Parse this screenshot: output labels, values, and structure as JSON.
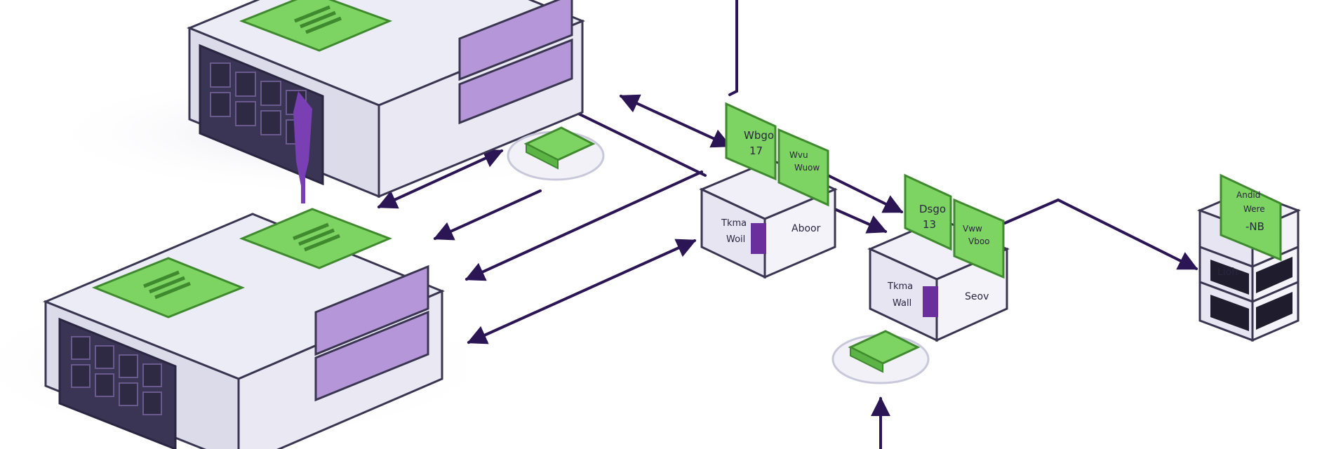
{
  "colors": {
    "green": "#7ed462",
    "green_dark": "#3f8a2e",
    "lavender": "#ececf6",
    "lavender_side": "#d6d5e8",
    "purple": "#b596d8",
    "purple_line": "#2b1554",
    "outline": "#3a3550",
    "dark_face": "#3a3455"
  },
  "nodes": {
    "hub_a": {
      "panel_1": [
        "Wbgo",
        "17"
      ],
      "panel_2": [
        "Wvu",
        "Wuow"
      ],
      "front_left": [
        "Tkma",
        "Woil"
      ],
      "front_right": "Aboor"
    },
    "hub_b": {
      "panel_1": [
        "Dsgo",
        "13"
      ],
      "panel_2": [
        "Vww",
        "Vboo"
      ],
      "front_left": [
        "Tkma",
        "Wall"
      ],
      "front_right": "Seov"
    },
    "storage": {
      "panel": [
        "Andid",
        "Were",
        "-NB"
      ],
      "label": "Lioh"
    }
  },
  "icons": [
    "server-rack-icon",
    "menu-lines-icon",
    "switch-disk-icon",
    "hub-node-icon",
    "storage-stack-icon"
  ]
}
